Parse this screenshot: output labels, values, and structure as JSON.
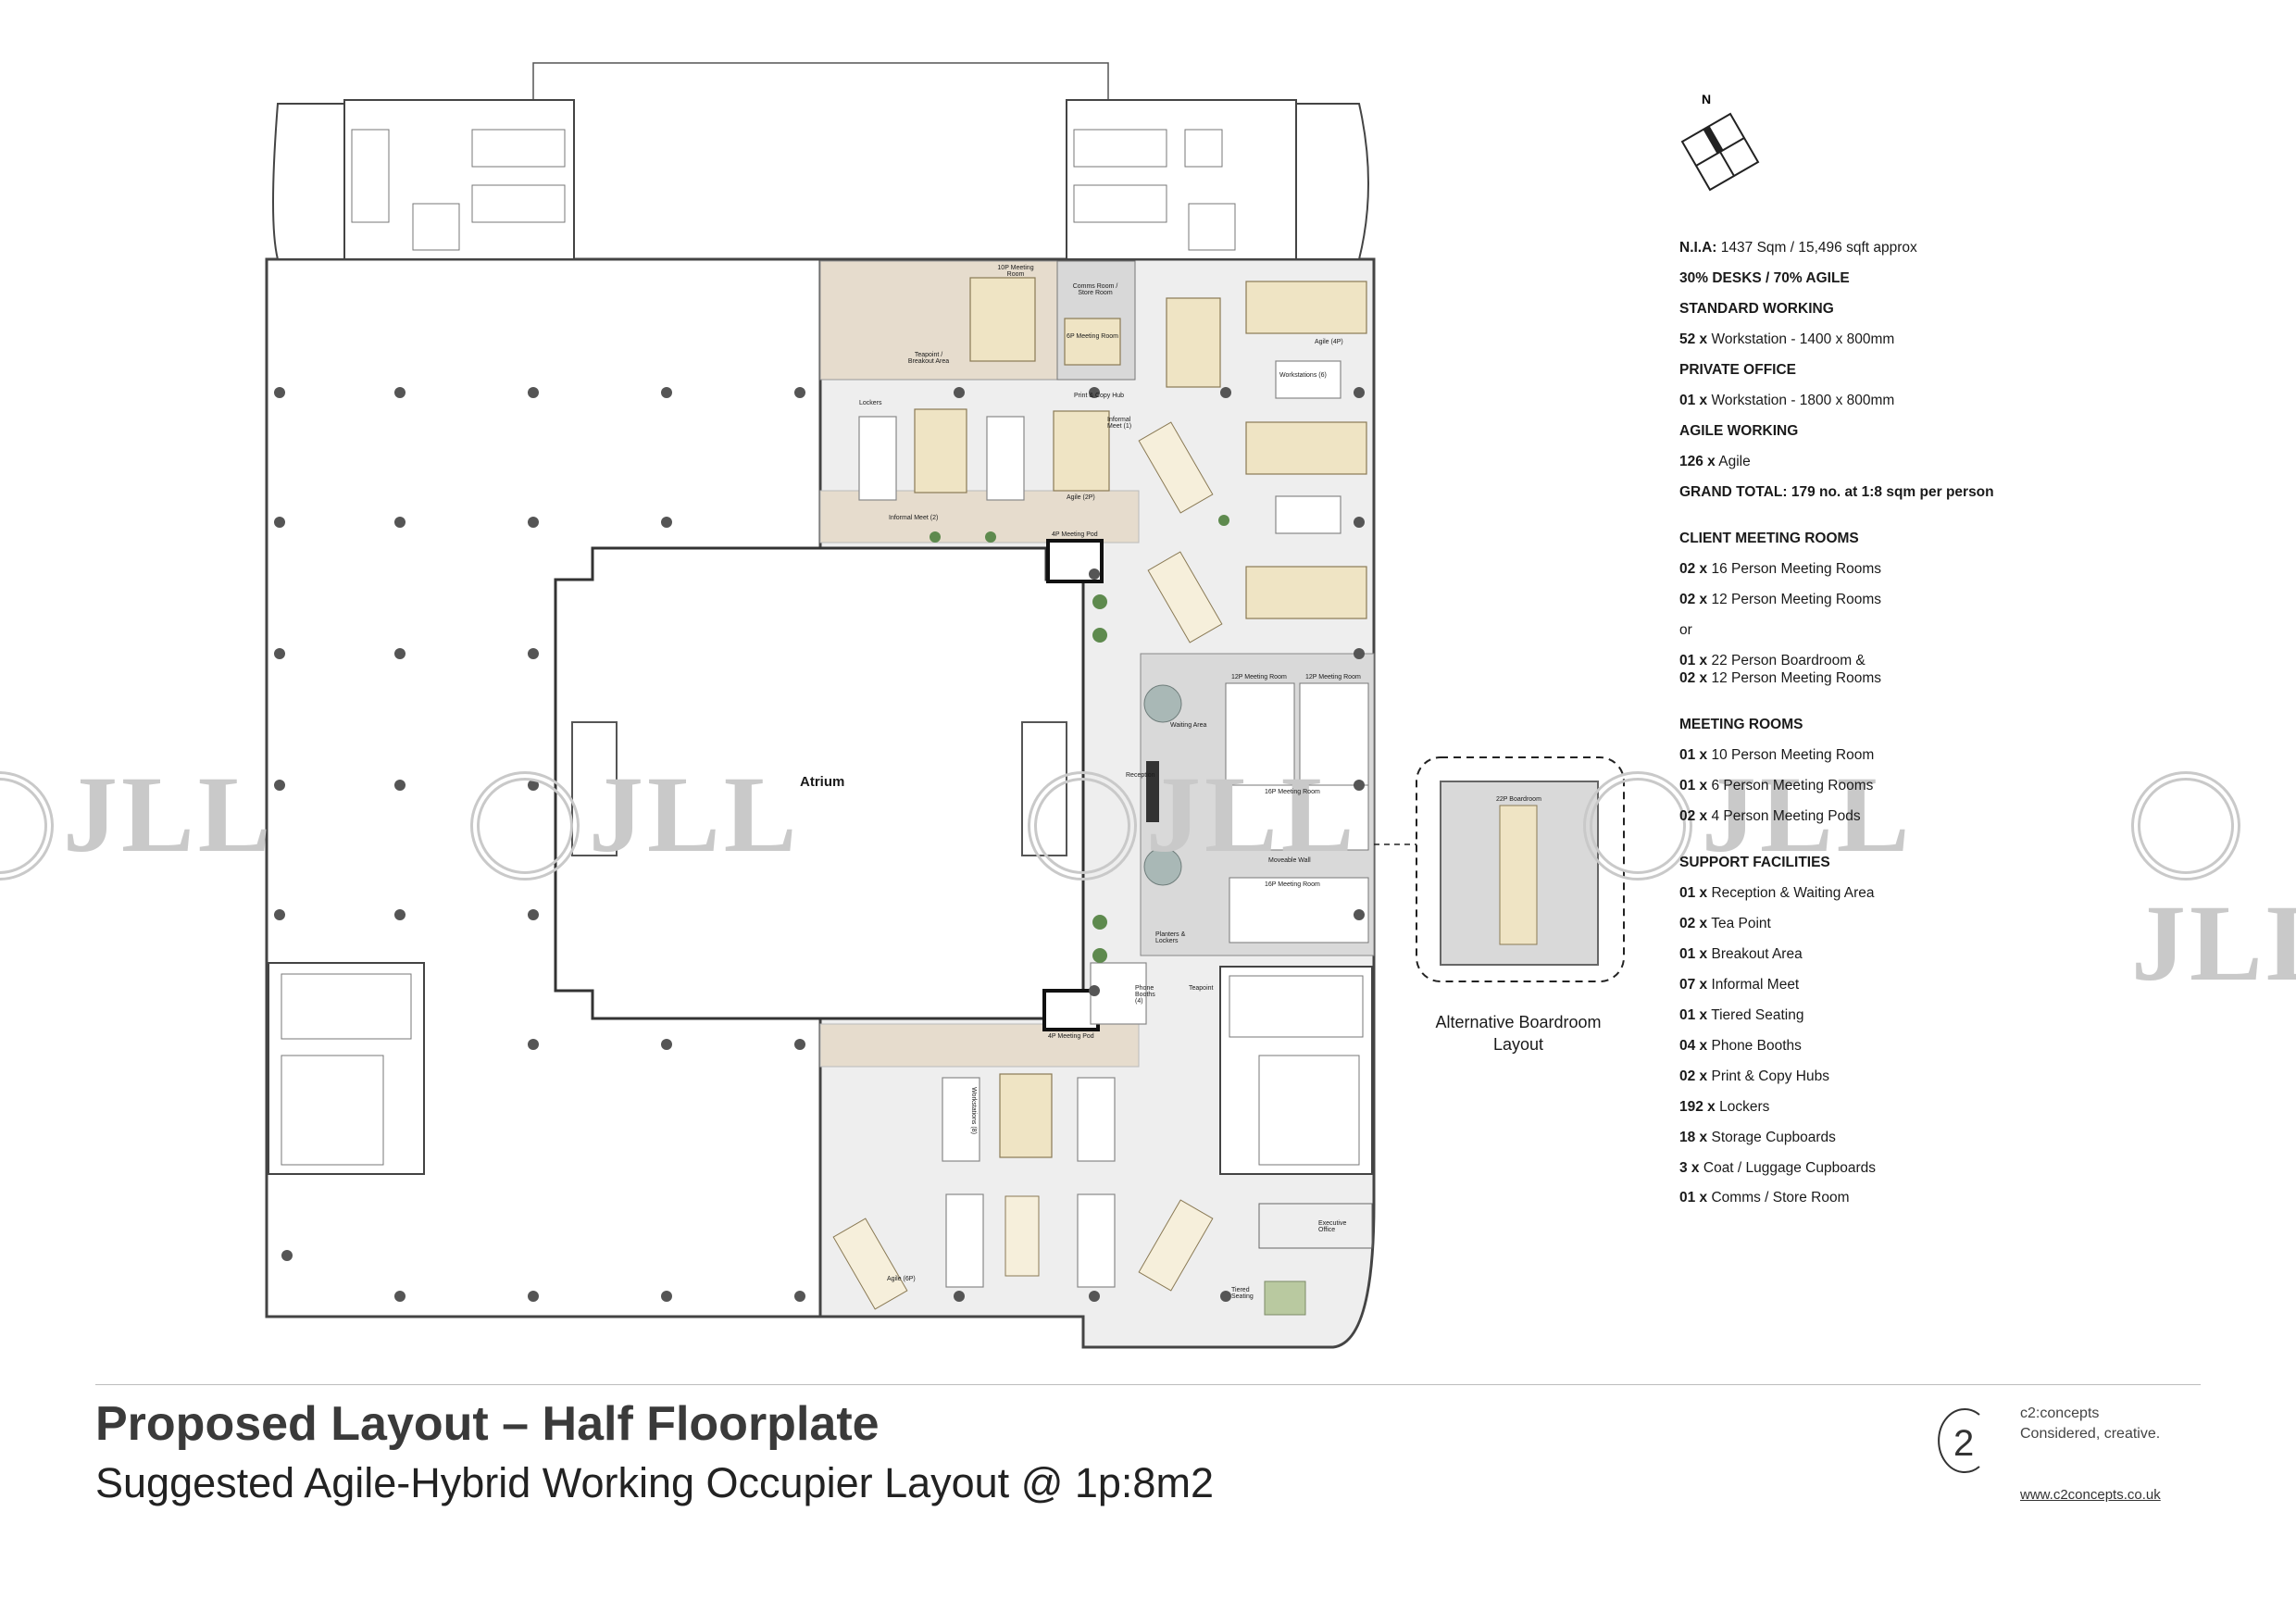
{
  "watermark": {
    "text": "JLL"
  },
  "compass": {
    "label": "N"
  },
  "plan": {
    "atrium_label": "Atrium",
    "rooms": {
      "meeting_10p": "10P Meeting Room",
      "comms": "Comms Room / Store Room",
      "meeting_6p": "6P Meeting Room",
      "teapoint": "Teapoint / Breakout Area",
      "print_hub": "Print & Copy Hub",
      "lockers": "Lockers",
      "informal_1": "Informal Meet (1)",
      "informal_2": "Informal Meet (2)",
      "pod_4p": "4P Meeting Pod",
      "meeting_12p_a": "12P Meeting Room",
      "meeting_12p_b": "12P Meeting Room",
      "meeting_16p_a": "16P Meeting Room",
      "meeting_16p_b": "16P Meeting Room",
      "movable_wall": "Moveable Wall",
      "reception": "Reception",
      "planters_lockers": "Planters & Lockers",
      "waiting": "Waiting Area",
      "phone_booths": "Phone Booths (4)",
      "teapoint_small": "Teapoint",
      "exec_office": "Executive Office",
      "tiered": "Tiered Seating",
      "boardroom_22p": "22P Boardroom",
      "workstations_6": "Workstations (6)",
      "workstations_8": "Workstations (8)",
      "agile_2p": "Agile (2P)",
      "agile_4p": "Agile (4P)",
      "agile_6p": "Agile (6P)"
    }
  },
  "alternative": {
    "caption_line1": "Alternative Boardroom",
    "caption_line2": "Layout"
  },
  "legend": [
    {
      "qty": "N.I.A:",
      "text": "1437 Sqm / 15,496 sqft approx"
    },
    {
      "heading": "30% DESKS / 70% AGILE"
    },
    {
      "heading": "STANDARD WORKING"
    },
    {
      "qty": "52 x",
      "text": "Workstation - 1400 x 800mm"
    },
    {
      "heading": "PRIVATE OFFICE"
    },
    {
      "qty": "01 x",
      "text": "Workstation - 1800 x 800mm"
    },
    {
      "heading": "AGILE WORKING"
    },
    {
      "qty": "126 x",
      "text": "Agile"
    },
    {
      "heading": "GRAND TOTAL: 179 no. at 1:8 sqm per person"
    },
    {
      "spacer": true
    },
    {
      "heading": "CLIENT MEETING ROOMS"
    },
    {
      "qty": "02 x",
      "text": "16 Person Meeting Rooms"
    },
    {
      "qty": "02 x",
      "text": "12 Person Meeting Rooms"
    },
    {
      "plain": "or"
    },
    {
      "qty": "01 x",
      "text": "22 Person Boardroom &"
    },
    {
      "qty": "02 x",
      "text": "12 Person Meeting Rooms",
      "tight": true
    },
    {
      "spacer": true
    },
    {
      "heading": "MEETING ROOMS"
    },
    {
      "qty": "01 x",
      "text": "10 Person Meeting Room"
    },
    {
      "qty": "01 x",
      "text": "6 Person Meeting Rooms"
    },
    {
      "qty": "02 x",
      "text": "4 Person Meeting Pods"
    },
    {
      "spacer": true
    },
    {
      "heading": "SUPPORT FACILITIES"
    },
    {
      "qty": "01 x",
      "text": "Reception & Waiting Area"
    },
    {
      "qty": "02 x",
      "text": "Tea Point"
    },
    {
      "qty": "01 x",
      "text": "Breakout Area"
    },
    {
      "qty": "07 x",
      "text": "Informal Meet"
    },
    {
      "qty": "01 x",
      "text": "Tiered Seating"
    },
    {
      "qty": "04 x",
      "text": "Phone Booths"
    },
    {
      "qty": "02 x",
      "text": "Print & Copy Hubs"
    },
    {
      "qty": "192 x",
      "text": "Lockers"
    },
    {
      "qty": "18 x",
      "text": "Storage Cupboards"
    },
    {
      "qty": "3 x",
      "text": "Coat / Luggage Cupboards"
    },
    {
      "qty": "01 x",
      "text": "Comms / Store Room"
    }
  ],
  "footer": {
    "title": "Proposed Layout – Half Floorplate",
    "subtitle": "Suggested Agile-Hybrid Working Occupier Layout @ 1p:8m2",
    "brand_name": "c2:concepts",
    "brand_tagline": "Considered, creative.",
    "brand_url": "www.c2concepts.co.uk"
  }
}
